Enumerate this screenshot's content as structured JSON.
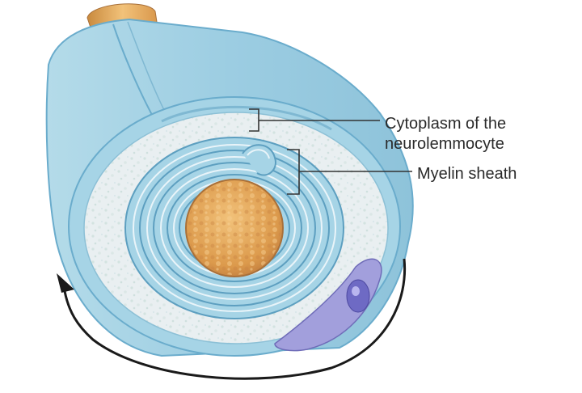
{
  "labels": {
    "cytoplasm_line1": "Cytoplasm of the",
    "cytoplasm_line2": "neurolemmocyte",
    "myelin": "Myelin sheath"
  },
  "colors": {
    "sheath_blue": "#a6d4e6",
    "sheath_edge": "#6aaccc",
    "cytoplasm": "#e8eef0",
    "axon": "#d9994e",
    "nucleus": "#8c88d2",
    "arrow": "#1a1a1a",
    "leader_line": "#333333"
  },
  "icons": {
    "rotation_arrow": "curved-arrow-icon"
  }
}
